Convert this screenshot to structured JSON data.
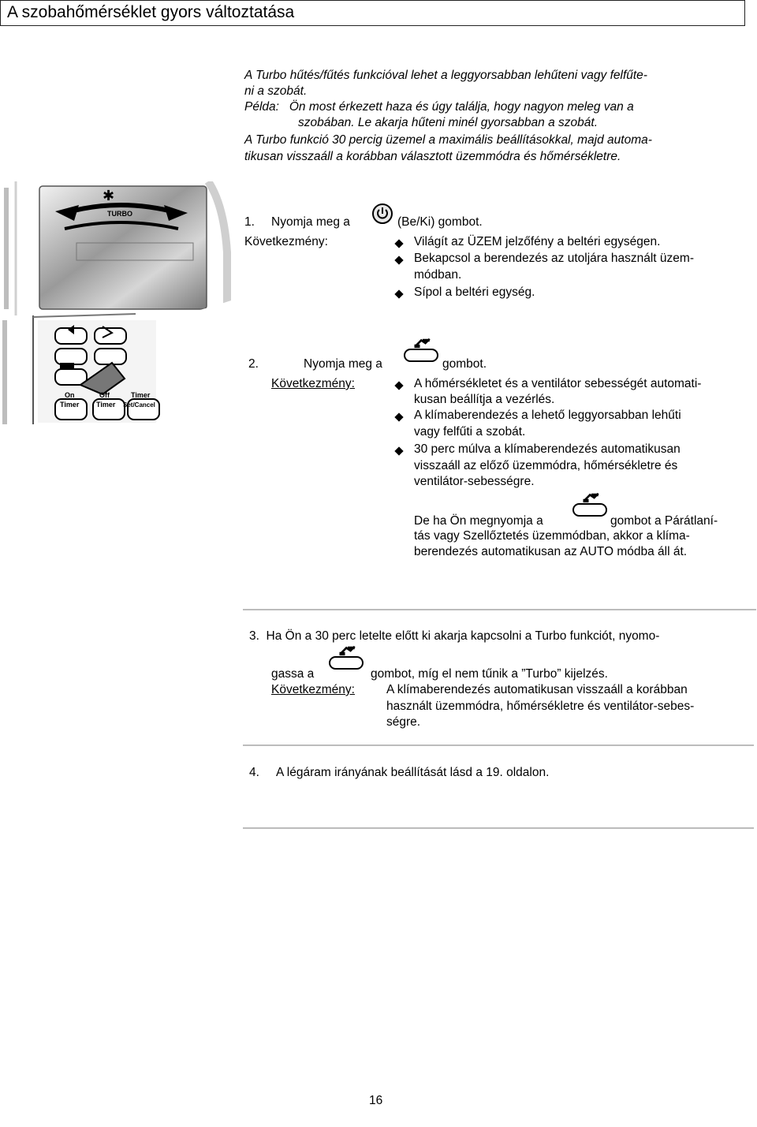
{
  "header": {
    "title": "A szobahőmérséklet gyors változtatása"
  },
  "intro": {
    "line1": "A Turbo hűtés/fűtés funkcióval lehet a leggyorsabban lehűteni vagy felfűte-",
    "line2": "ni a szobát.",
    "line3": "Példa:   Ön most érkezett haza és úgy találja, hogy nagyon meleg van a",
    "line4": "szobában. Le akarja hűteni minél gyorsabban a szobát.",
    "line5": "A Turbo funkció 30 percig üzemel a maximális beállításokkal, majd automa-",
    "line6": "tikusan visszaáll a korábban választott üzemmódra és hőmérsékletre."
  },
  "remote": {
    "turbo_label": "TURBO",
    "btn_on_timer": [
      "On",
      "Timer"
    ],
    "btn_off_timer": [
      "Off",
      "Timer"
    ],
    "btn_timer_set": [
      "Timer",
      "Set/Cancel"
    ]
  },
  "step1": {
    "number": "1.",
    "text_before": "Nyomja meg a",
    "text_after": "(Be/Ki) gombot.",
    "consequence_label": "Következmény:",
    "bullets": [
      [
        "Világít az ÜZEM jelzőfény a beltéri egységen."
      ],
      [
        "Bekapcsol a berendezés az utoljára használt üzem-",
        "módban."
      ],
      [
        "Sípol a beltéri egység."
      ]
    ]
  },
  "step2": {
    "number": "2.",
    "text_before": "Nyomja meg a",
    "text_after": "gombot.",
    "consequence_label": "Következmény:",
    "bullets": [
      [
        "A hőmérsékletet és a ventilátor sebességét automati-",
        "kusan beállítja a vezérlés."
      ],
      [
        "A klímaberendezés a lehető leggyorsabban lehűti",
        "vagy felfűti a szobát."
      ],
      [
        "30 perc múlva a klímaberendezés automatikusan",
        "visszaáll az előző üzemmódra, hőmérsékletre és",
        "ventilátor-sebességre."
      ]
    ],
    "note_before": "De ha Ön megnyomja a",
    "note_after": "gombot a Párátlaní-",
    "note_line2": "tás vagy Szellőztetés üzemmódban, akkor a klíma-",
    "note_line3": "berendezés automatikusan az AUTO módba áll át."
  },
  "step3": {
    "line1": "3.  Ha Ön a 30 perc letelte előtt ki akarja kapcsolni a Turbo funkciót, nyomo-",
    "line2_before": "gassa a",
    "line2_after": "gombot, míg el nem tűnik a ”Turbo” kijelzés.",
    "consequence_label": "Következmény:",
    "consequence_lines": [
      "A klímaberendezés automatikusan visszaáll a korábban",
      "használt üzemmódra, hőmérsékletre és ventilátor-sebes-",
      "ségre."
    ]
  },
  "step4": {
    "number": "4.",
    "text": "A légáram irányának beállítását lásd a 19. oldalon."
  },
  "footer": {
    "page_number": "16"
  }
}
